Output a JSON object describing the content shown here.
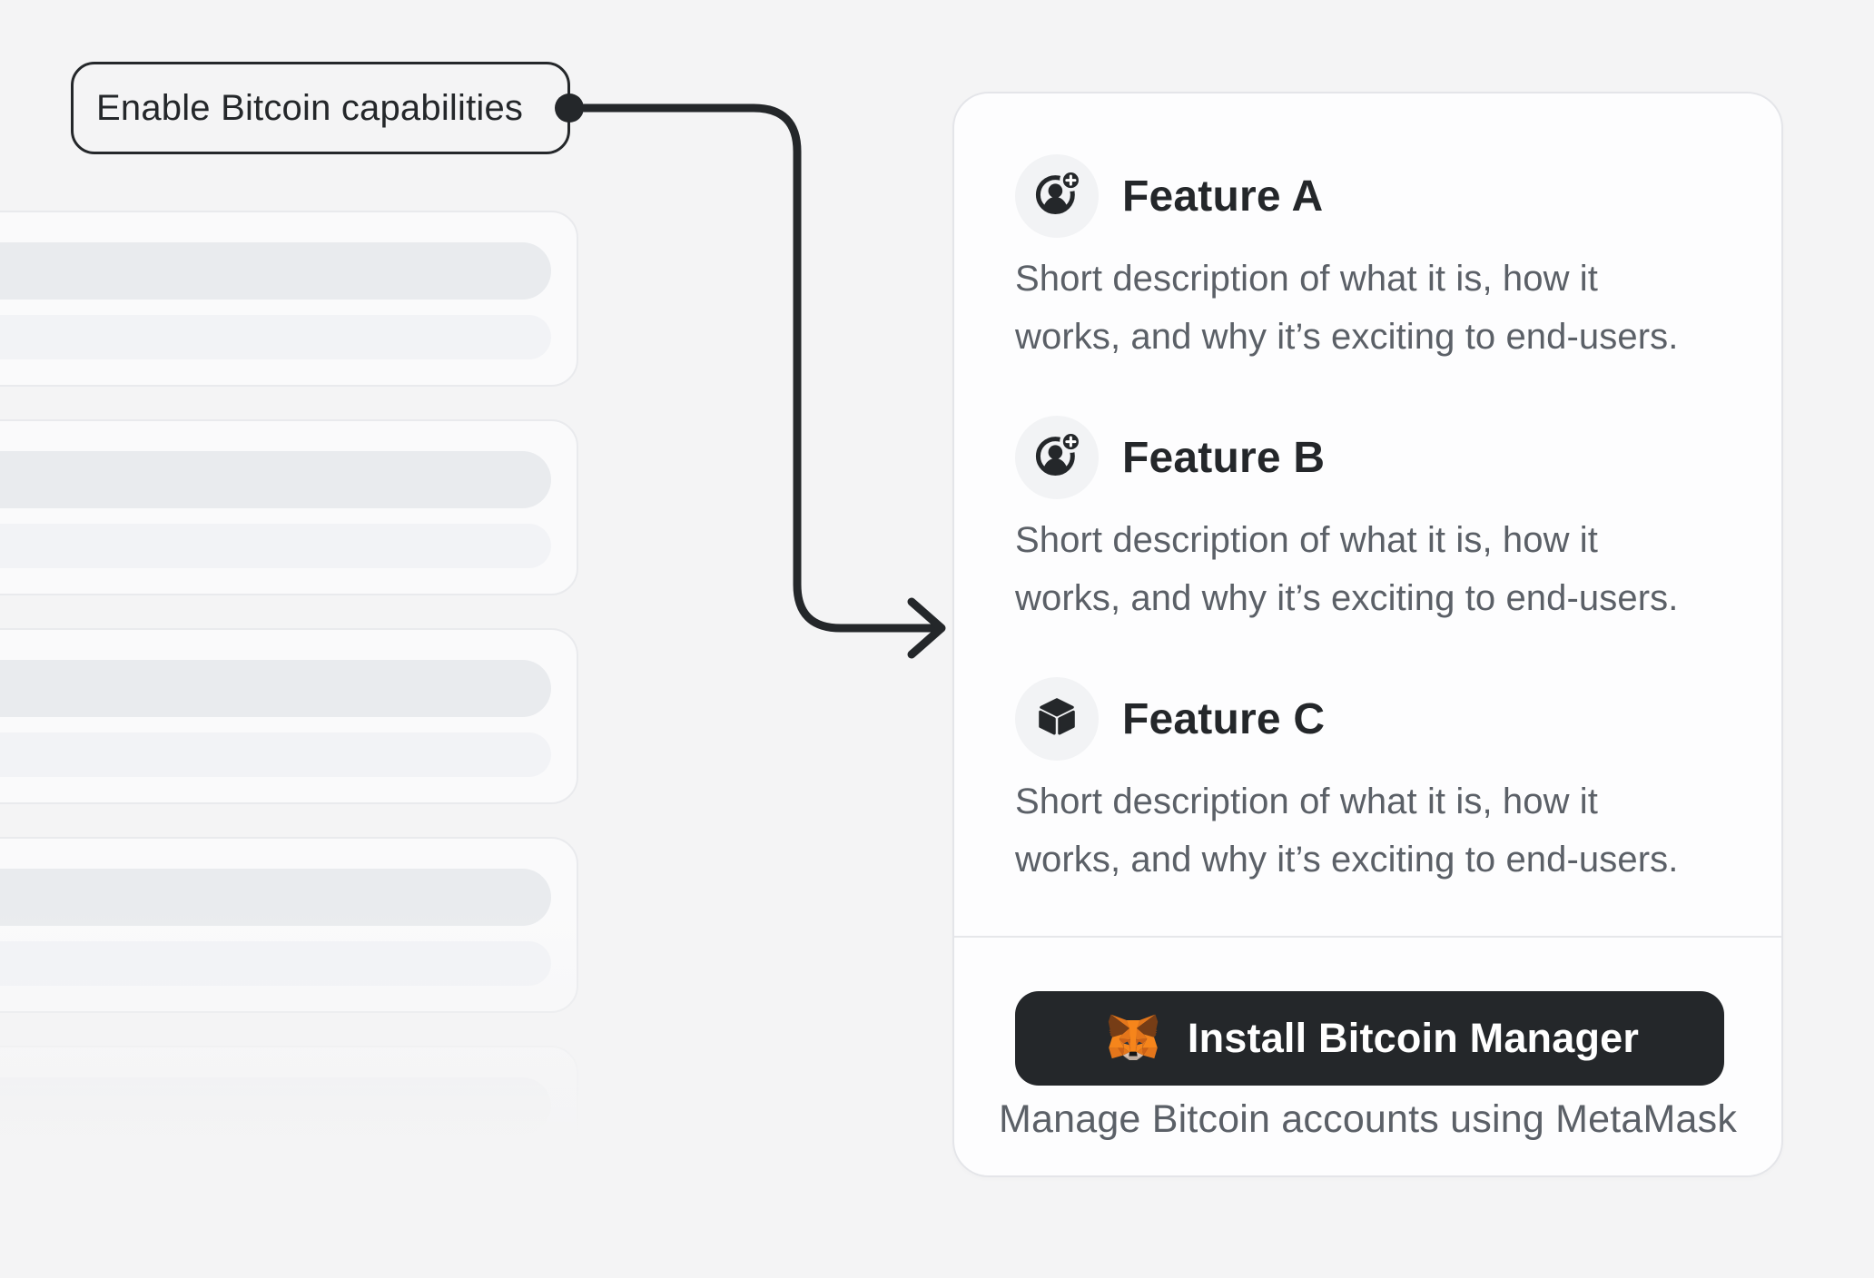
{
  "annotation": {
    "label": "Enable Bitcoin capabilities"
  },
  "panel": {
    "features": [
      {
        "icon": "user-add-icon",
        "title": "Feature A",
        "description": "Short description of what it is, how it\nworks, and why it’s exciting to end-users."
      },
      {
        "icon": "user-add-icon",
        "title": "Feature B",
        "description": "Short description of what it is, how it\nworks, and why it’s exciting to end-users."
      },
      {
        "icon": "cube-icon",
        "title": "Feature C",
        "description": "Short description of what it is, how it\nworks, and why it’s exciting to end-users."
      }
    ],
    "install_button_label": "Install Bitcoin Manager",
    "caption": "Manage Bitcoin accounts using MetaMask"
  },
  "colors": {
    "ink": "#24272a",
    "muted_text": "#5b6067",
    "page_bg": "#f4f4f5",
    "card_bg": "#fdfdfe",
    "card_border": "#e4e5e9",
    "skeleton_bar_dark": "#e9ebee",
    "skeleton_bar_light": "#f2f3f6",
    "icon_circle_bg": "#f2f3f5",
    "button_bg": "#24272a",
    "button_text": "#ffffff",
    "fox_orange": "#f6851b"
  }
}
